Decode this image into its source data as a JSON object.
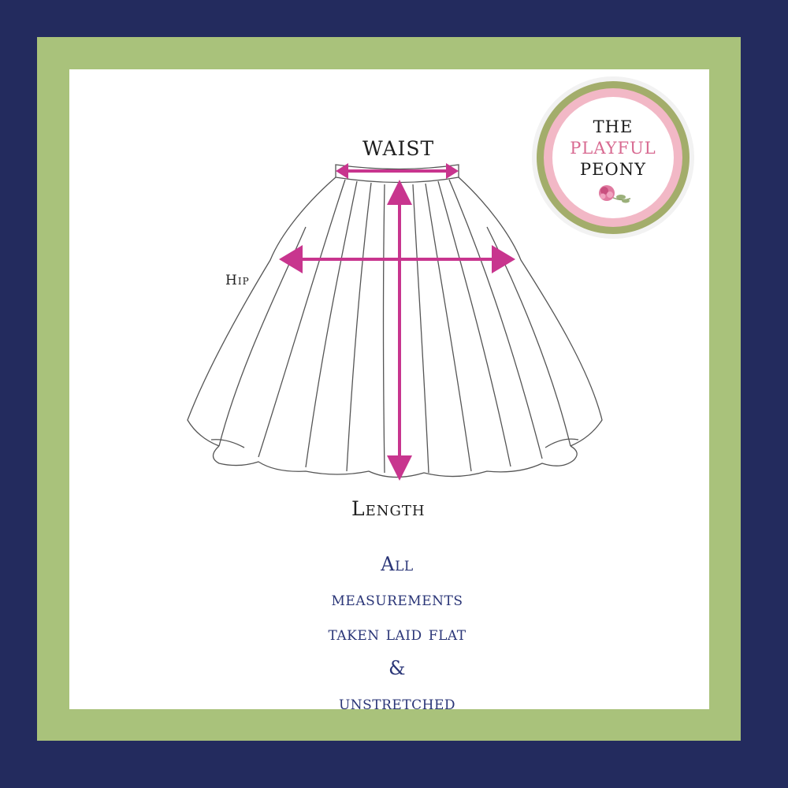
{
  "labels": {
    "waist": "WAIST",
    "hip": "Hip",
    "length": "Length"
  },
  "logo": {
    "line1": "THE",
    "line2": "PLAYFUL",
    "line3": "PEONY",
    "icon": "peony-flower-icon"
  },
  "note": {
    "lines": [
      "All",
      "measurements",
      "taken laid flat",
      "&",
      "unstretched"
    ]
  },
  "colors": {
    "outer_frame": "#232b5e",
    "green_frame": "#a9c27b",
    "arrow": "#c8358e",
    "note_text": "#2a3577",
    "logo_pink": "#f2b8c6",
    "logo_green": "#a3ad6b"
  }
}
